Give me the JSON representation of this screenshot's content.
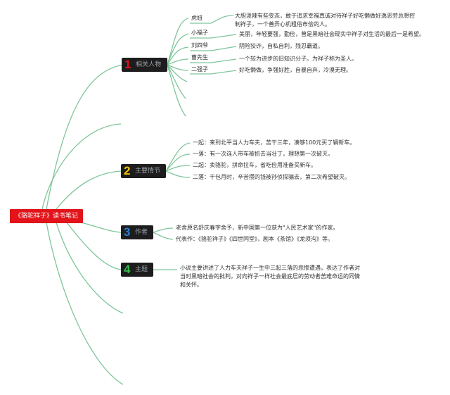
{
  "root": {
    "label": "《骆驼祥子》读书笔记"
  },
  "colors": {
    "line": "#7fc59a",
    "root_bg": "#e2131a",
    "node_bg": "#1d1d1d"
  },
  "branches": [
    {
      "num": "1",
      "num_color": "#e2131a",
      "label": "相关人物"
    },
    {
      "num": "2",
      "num_color": "#f2c200",
      "label": "主要情节"
    },
    {
      "num": "3",
      "num_color": "#2b7fd6",
      "label": "作者"
    },
    {
      "num": "4",
      "num_color": "#2fbf4d",
      "label": "主题"
    }
  ],
  "characters": [
    {
      "name": "虎妞",
      "desc": "大胆泼辣有些变态，敢于追求幸福真诚对待祥子好吃懒做好逸恶劳总想控制祥子，一个善弄心机粗俗市侩的人。"
    },
    {
      "name": "小福子",
      "desc": "美丽，年轻要强，勤俭，曾是黑暗社会现实中祥子对生活的最后一是希望。"
    },
    {
      "name": "刘四爷",
      "desc": "阴险狡诈，自私自利，残忍霸道。"
    },
    {
      "name": "曹先生",
      "desc": "一个较为进步的旧知识分子。为祥子称为圣人。"
    },
    {
      "name": "二强子",
      "desc": "好吃懒做，争强好胜，自暴自弃，冷漠无理。"
    }
  ],
  "plot": [
    "一起：来到北平当人力车夫，苦干三年，凑够100元买了辆新车。",
    "一落：有一次连人带车被抓去当壮丁，理想第一次破灭。",
    "二起：卖骆驼，拼命拉车，省吃俭用准备买新车。",
    "二落：干包月时，辛苦攒的钱被孙侦探骗去，第二次希望破灭。"
  ],
  "author": [
    "老舍原名舒庆春字舍予，新中国第一位获为\"人民艺术家\"的作家。",
    "代表作：《骆驼祥子》《四世同堂》，剧本《茶馆》《龙须沟》等。"
  ],
  "theme": "小说主要讲述了人力车夫祥子一生中三起三落的悲惨遭遇，表达了作者对当时黑暗社会的批判，对向祥子一样社会最底层的劳动者苦难命运的同情和关怀。"
}
